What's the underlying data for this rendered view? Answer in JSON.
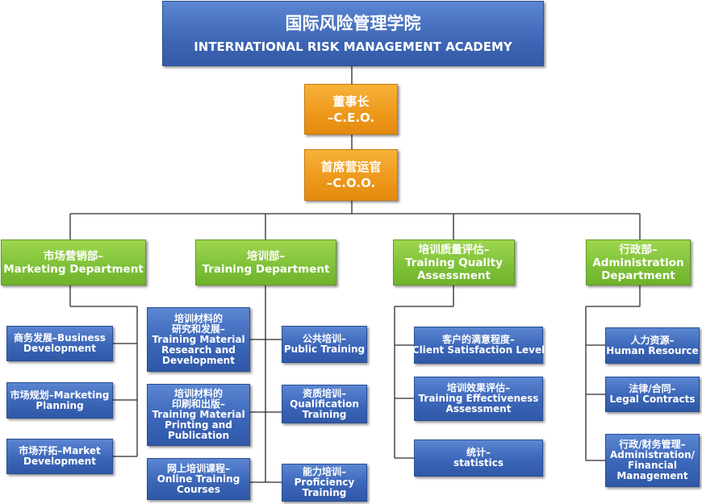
{
  "title": {
    "zh": "国际风险管理学院",
    "en": "INTERNATIONAL RISK MANAGEMENT ACADEMY"
  },
  "ceo": {
    "zh": "董事长",
    "en": "–C.E.O."
  },
  "coo": {
    "zh": "首席营运官",
    "en": "–C.O.O."
  },
  "departments": {
    "marketing": {
      "lines": [
        "市场营销部–",
        "Marketing Department"
      ],
      "children": [
        [
          "商务发展–Business",
          "Development"
        ],
        [
          "市场规划–Marketing",
          "Planning"
        ],
        [
          "市场开拓–Market",
          "Development"
        ]
      ]
    },
    "training": {
      "lines": [
        "培训部–",
        "Training Department"
      ],
      "left_children": [
        [
          "培训材料的",
          "研究和发展–",
          "Training Material",
          "Research and",
          "Development"
        ],
        [
          "培训材料的",
          "印刷和出版–",
          "Training Material",
          "Printing and",
          "Publication"
        ],
        [
          "网上培训课程–",
          "Online Training",
          "Courses"
        ]
      ],
      "right_children": [
        [
          "公共培训–",
          "Public Training"
        ],
        [
          "资质培训–",
          "Qualification",
          "Training"
        ],
        [
          "能力培训–",
          "Proficiency",
          "Training"
        ]
      ]
    },
    "quality": {
      "lines": [
        "培训质量评估–",
        "Training Quality",
        "Assessment"
      ],
      "children": [
        [
          "客户的满意程度–",
          "Client Satisfaction Level"
        ],
        [
          "培训效果评估–",
          "Training Effectiveness",
          "Assessment"
        ],
        [
          "统计–",
          "statistics"
        ]
      ]
    },
    "admin": {
      "lines": [
        "行政部–",
        "Administration",
        "Department"
      ],
      "children": [
        [
          "人力资源–",
          "Human Resource"
        ],
        [
          "法律/合同–",
          "Legal Contracts"
        ],
        [
          "行政/财务管理–",
          "Administration/",
          "Financial",
          "Management"
        ]
      ]
    }
  }
}
